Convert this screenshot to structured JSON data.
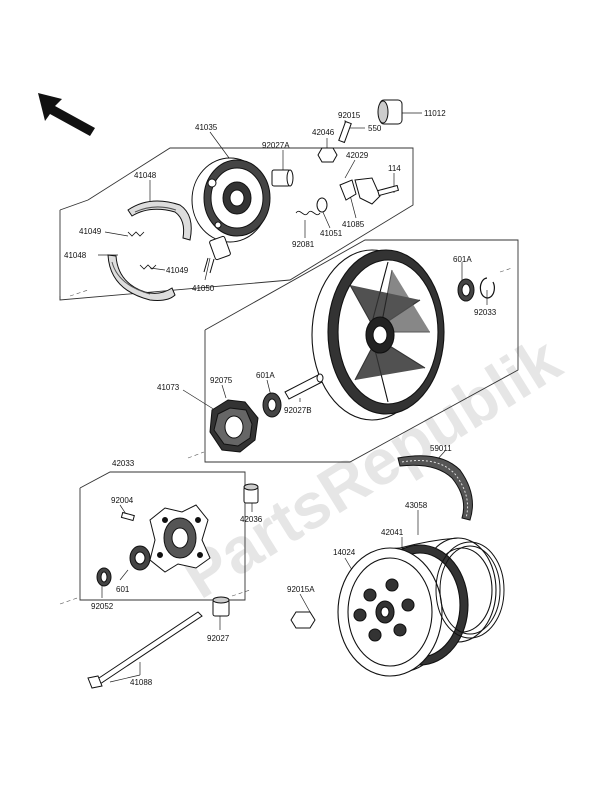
{
  "watermark": "PartsRepublik",
  "labels": {
    "p11012": "11012",
    "p92015": "92015",
    "p550": "550",
    "p41035": "41035",
    "p42046": "42046",
    "p92027A": "92027A",
    "p42029": "42029",
    "p114": "114",
    "p41048a": "41048",
    "p41049a": "41049",
    "p41048b": "41048",
    "p41049b": "41049",
    "p41050": "41050",
    "p92081": "92081",
    "p41051": "41051",
    "p41085": "41085",
    "p601Aa": "601A",
    "p92033": "92033",
    "p41073": "41073",
    "p92075": "92075",
    "p601Ab": "601A",
    "p92027B": "92027B",
    "p42033": "42033",
    "p59011": "59011",
    "p92004": "92004",
    "p42036": "42036",
    "p43058": "43058",
    "p42041": "42041",
    "p14024": "14024",
    "p601": "601",
    "p92052": "92052",
    "p92015A": "92015A",
    "p92027": "92027",
    "p41088": "41088"
  }
}
